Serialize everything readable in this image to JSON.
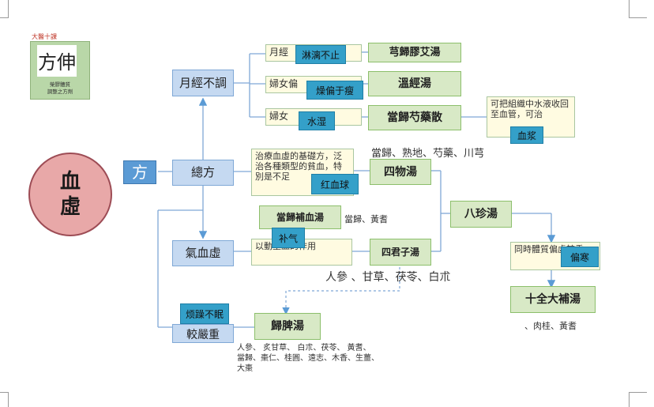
{
  "logo": {
    "brand": "大醫十課",
    "glyph": "方伸",
    "line1": "榮膠體質",
    "line2": "調整之方劑"
  },
  "center": {
    "label": "血虛"
  },
  "hub": {
    "label": "方"
  },
  "nodes": {
    "yuejing": "月經不調",
    "zongfang": "總方",
    "qixue": "氣血虛",
    "jiaoyan": "較嚴重"
  },
  "conditions": {
    "c1": "月經",
    "c2": "婦女偏",
    "c3": "婦女",
    "zongfang_desc": "治療血虛的基礎方，泛治各種類型的貧血，特別是不足",
    "qixue_desc": "以動生血的作用",
    "bazhen_desc": "同時體質偏虛較重",
    "danggui_desc": "可把組織中水液收回至血管，可治"
  },
  "tags": {
    "t1": "淋漓不止",
    "t2": "燥偏于瘦",
    "t3": "水湿",
    "t4": "血浆",
    "t5": "红血球",
    "t6": "补气",
    "t7": "烦躁不眠",
    "t8": "偏寒"
  },
  "formulas": {
    "f1": "芎歸膠艾湯",
    "f2": "溫經湯",
    "f3": "當歸芍藥散",
    "f4": "四物湯",
    "f5": "當歸補血湯",
    "f6": "四君子湯",
    "f7": "八珍湯",
    "f8": "十全大補湯",
    "f9": "歸脾湯"
  },
  "ingredients": {
    "siwu": "當歸、熟地、芍藥、川芎",
    "danggui_buxue": "當歸、黃耆",
    "sijunzi": "人參 、甘草、茯苓、白朮",
    "shiquan": "、肉桂、黃耆",
    "guipi_1": "人參、 炙甘草、 白朮、茯苓、 黃耆、",
    "guipi_2": "當歸、棗仁、桂圓、遠志、木香、生薑、",
    "guipi_3": "大棗"
  },
  "colors": {
    "blue_box": "#c5d9f1",
    "green_box": "#d8e9c6",
    "yellow_box": "#fffbe1",
    "tag": "#34a0c9",
    "hub": "#5b9bd5",
    "center": "#e8a8a8"
  }
}
